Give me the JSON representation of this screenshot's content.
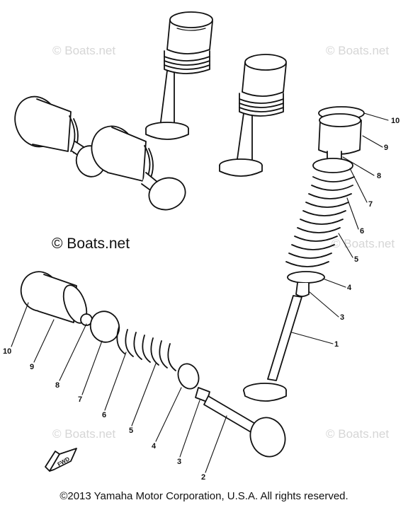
{
  "watermarks": {
    "small": "© Boats.net",
    "main": "© Boats.net"
  },
  "copyright": "©2013 Yamaha Motor Corporation, U.S.A. All rights reserved.",
  "fwd_label": "FWD",
  "callouts_right": [
    "10",
    "9",
    "8",
    "7",
    "6",
    "5",
    "4",
    "3",
    "1"
  ],
  "callouts_left": [
    "10",
    "9",
    "8",
    "7",
    "6",
    "5",
    "4",
    "3",
    "2"
  ],
  "colors": {
    "line": "#111111",
    "watermark": "#d6d6d6"
  }
}
